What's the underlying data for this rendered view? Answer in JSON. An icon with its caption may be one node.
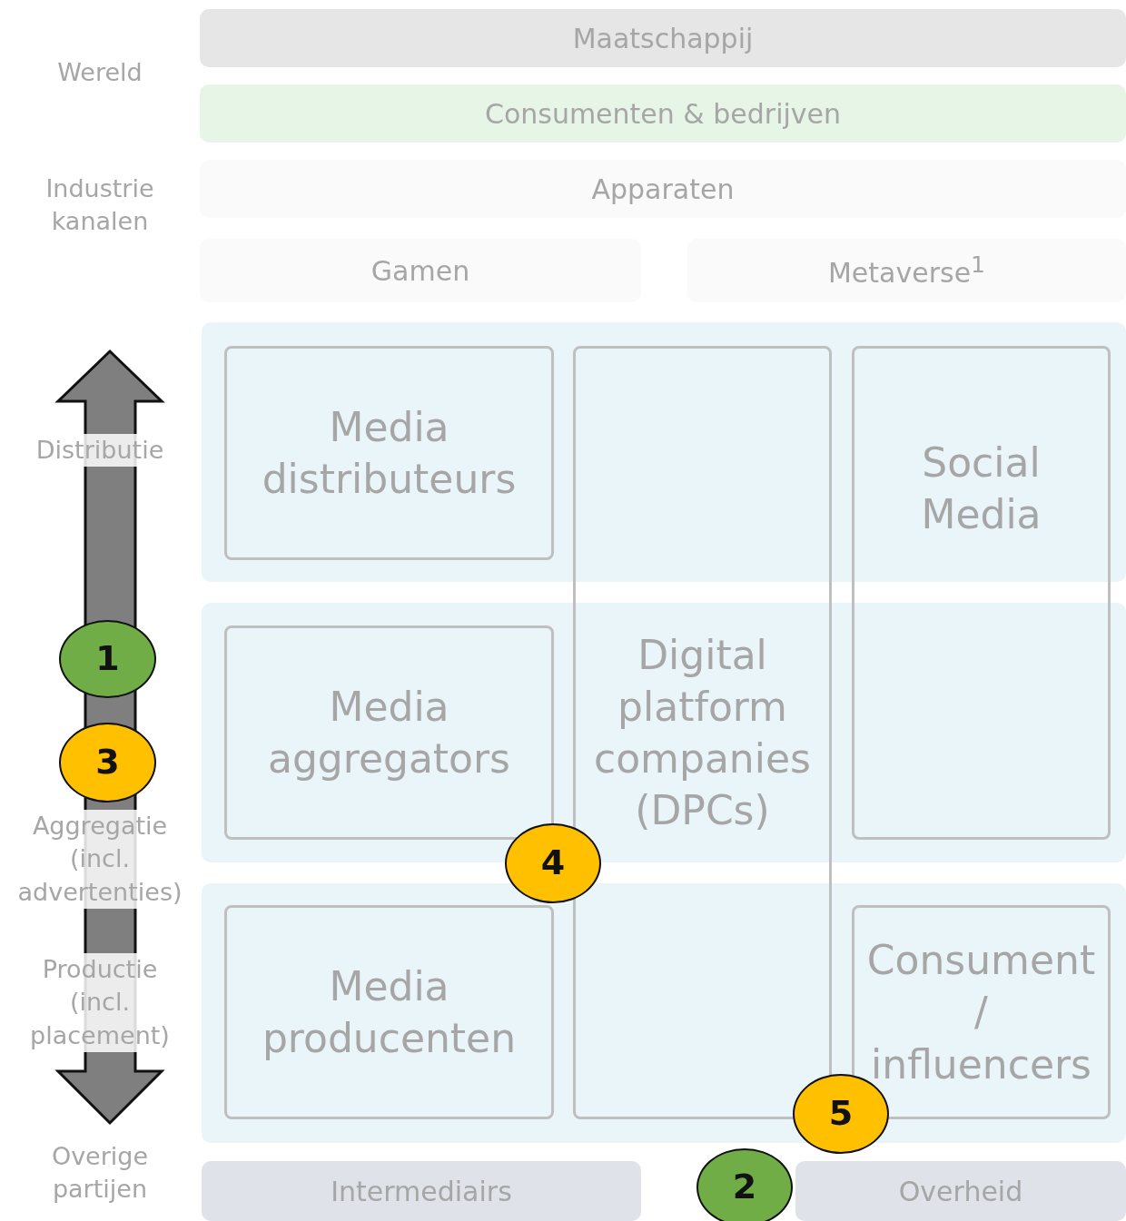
{
  "diagram": {
    "nodes": [
      {
        "text": [
          "Maatschappij"
        ]
      },
      {
        "text": [
          "Consumenten & bedrijven"
        ]
      },
      {
        "text": [
          "Apparaten"
        ]
      },
      {
        "text": [
          "Gamen"
        ]
      },
      {
        "text": [
          "Metaverse$^{1}$"
        ]
      },
      {
        "text": [],
        "shape": "box"
      },
      {
        "text": [
          "Media distributeurs"
        ],
        "in": 5
      },
      {
        "text": [],
        "shape": "box"
      },
      {
        "text": [
          "Media aggregators"
        ],
        "in": 7
      },
      {
        "text": [],
        "shape": "box"
      },
      {
        "text": [
          "Media producenten"
        ],
        "in": 9
      },
      {
        "text": [
          "Digital platform companies (DPCs)"
        ]
      },
      {
        "text": [
          "Social Media"
        ]
      },
      {
        "text": [
          "Consument / influencers"
        ],
        "in": 9
      },
      {
        "text": [
          "Intermediairs"
        ]
      },
      {
        "text": [
          "Overheid"
        ]
      },
      {
        "text": [
          "1"
        ]
      },
      {
        "text": [
          "2"
        ]
      },
      {
        "text": [
          "3"
        ]
      },
      {
        "text": [
          "4"
        ]
      },
      {
        "text": [
          "5"
        ]
      }
    ],
    "labels": [
      "Wereld",
      "Industrie kanalen",
      "Distributie",
      "Aggregatie (incl. advertenties)",
      "Productie (incl. placement)",
      "Overige partijen"
    ]
  }
}
